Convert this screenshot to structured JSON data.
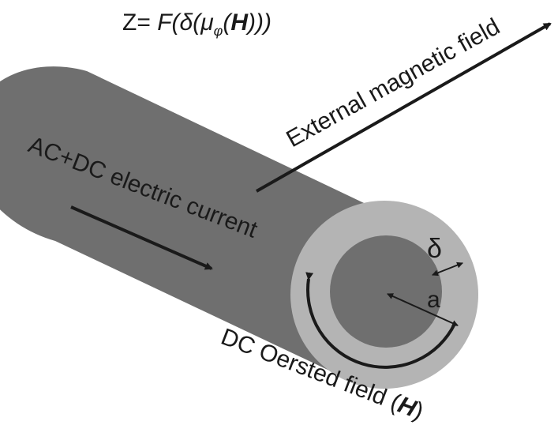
{
  "formula": {
    "prefix": "Z= ",
    "F": "F(",
    "delta": "δ(",
    "mu": "μ",
    "mu_sub": "φ",
    "paren_open": "(",
    "H": "H",
    "close": ")))"
  },
  "labels": {
    "external_field": "External magnetic field",
    "current": "AC+DC electric current",
    "oersted_prefix": "DC Oersted field (",
    "oersted_H": "H",
    "oersted_suffix": ")",
    "delta": "δ",
    "radius": "a"
  },
  "colors": {
    "cylinder_body": "#6f6f6f",
    "outer_ring": "#b4b4b4",
    "inner_core": "#6f6f6f",
    "ink": "#1a1a1a"
  }
}
